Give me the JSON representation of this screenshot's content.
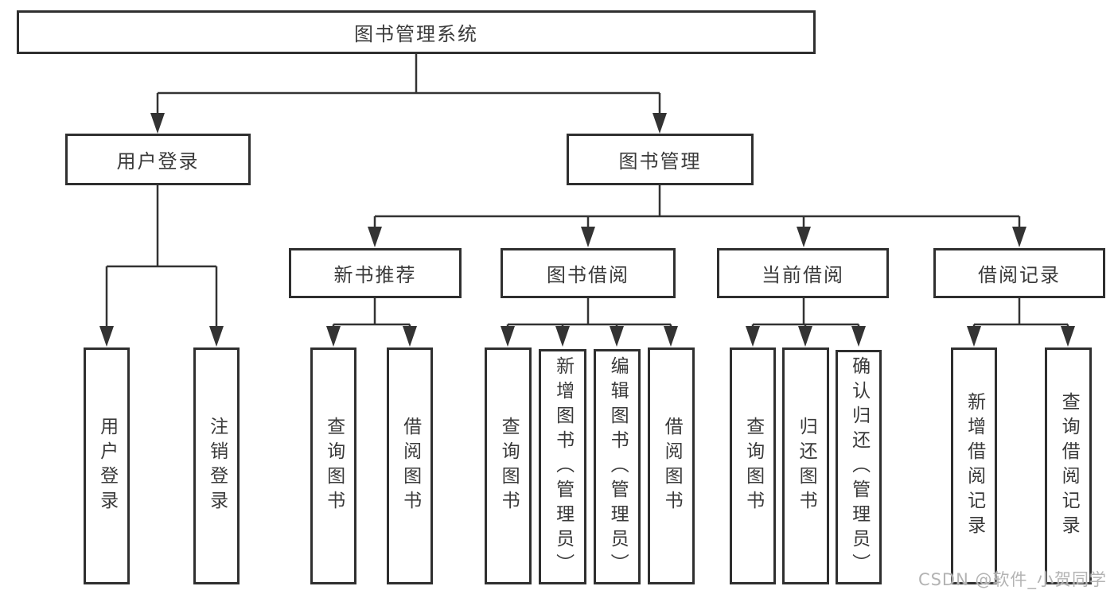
{
  "diagram": {
    "root": "图书管理系统",
    "level2": [
      "用户登录",
      "图书管理"
    ],
    "level3": [
      "新书推荐",
      "图书借阅",
      "当前借阅",
      "借阅记录"
    ],
    "leaves": {
      "login": [
        "用户登录",
        "注销登录"
      ],
      "recommend": [
        "查询图书",
        "借阅图书"
      ],
      "borrow": [
        "查询图书",
        "新增图书（管理员）",
        "编辑图书（管理员）",
        "借阅图书"
      ],
      "current": [
        "查询图书",
        "归还图书",
        "确认归还（管理员）"
      ],
      "records": [
        "新增借阅记录",
        "查询借阅记录"
      ]
    },
    "watermark": "CSDN @软件_小贺同学",
    "colors": {
      "line": "#333333",
      "box_border": "#2f2f2f",
      "text": "#3a3a3a",
      "watermark": "#b3b3b3",
      "background": "#ffffff"
    }
  }
}
